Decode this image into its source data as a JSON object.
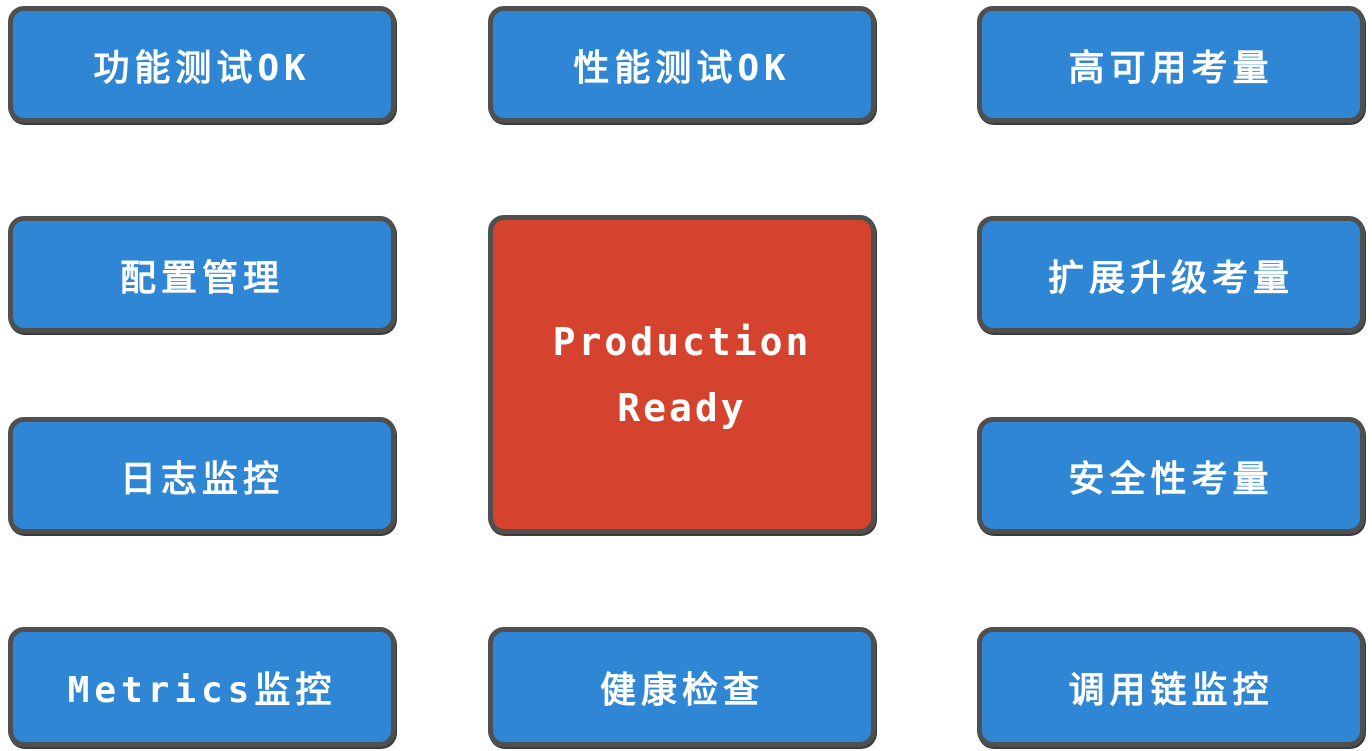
{
  "diagram": {
    "title": "Production Ready checklist diagram",
    "colors": {
      "node_blue": "#2e86d5",
      "node_red": "#d5422d",
      "border_gray": "#4f4f4f",
      "text_white": "#ffffff",
      "background": "#ffffff"
    },
    "nodes": {
      "functional_test": "功能测试OK",
      "performance_test": "性能测试OK",
      "high_availability": "高可用考量",
      "config_management": "配置管理",
      "scaling_upgrade": "扩展升级考量",
      "log_monitoring": "日志监控",
      "security": "安全性考量",
      "metrics_monitoring": "Metrics监控",
      "health_check": "健康检查",
      "tracing": "调用链监控"
    },
    "center": {
      "line1": "Production",
      "line2": "Ready"
    }
  }
}
